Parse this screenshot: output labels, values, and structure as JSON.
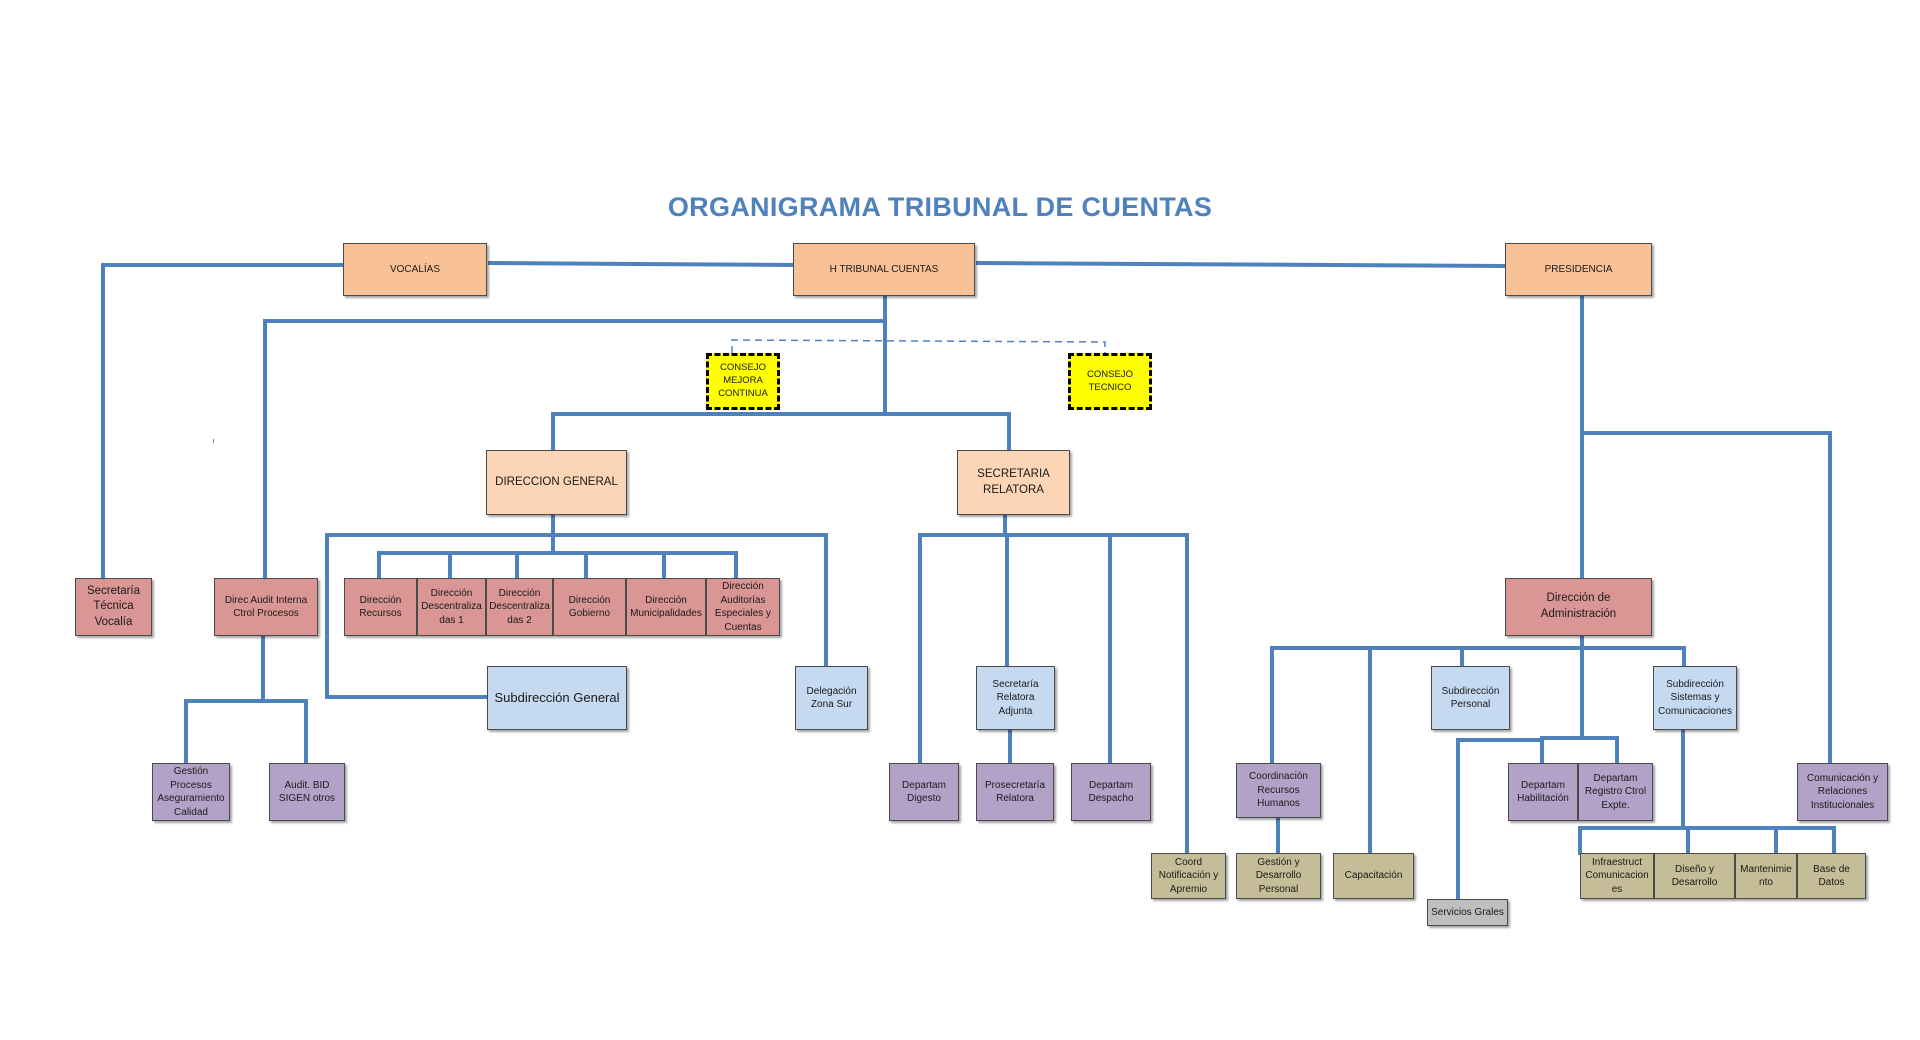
{
  "title": "ORGANIGRAMA TRIBUNAL DE CUENTAS",
  "colors": {
    "title": "#4F81BD",
    "connector": "#4F81BD",
    "top_level": "#F9C196",
    "direction": "#FBD5B5",
    "council": "#FFFF00",
    "directorate": "#DA9694",
    "subdirectorate": "#C5D9F1",
    "department": "#B3A2C7",
    "unit": "#C4BD97",
    "services": "#BFBFBF"
  },
  "nodes": {
    "vocalias": "VOCALÍAS",
    "h_tribunal": "H TRIBUNAL CUENTAS",
    "presidencia": "PRESIDENCIA",
    "consejo_mejora": "CONSEJO\nMEJORA\nCONTINUA",
    "consejo_tecnico": "CONSEJO\nTECNICO",
    "direccion_general": "DIRECCION GENERAL",
    "secretaria_relatora": "SECRETARIA\nRELATORA",
    "secretaria_tecnica": "Secretaría\nTécnica\nVocalía",
    "direc_audit": "Direc Audit Interna\nCtrol Procesos",
    "dir_recursos": "Dirección\nRecursos",
    "dir_desc1": "Dirección\nDescentraliza\ndas 1",
    "dir_desc2": "Dirección\nDescentraliza\ndas 2",
    "dir_gobierno": "Dirección\nGobierno",
    "dir_municipalidades": "Dirección\nMunicipalidades",
    "dir_auditorias": "Dirección\nAuditorías\nEspeciales y\nCuentas",
    "subdireccion_general": "Subdirección General",
    "delegacion": "Delegación\nZona Sur",
    "gestion_procesos": "Gestión\nProcesos\nAseguramiento\nCalidad",
    "audit_bid": "Audit. BID\nSIGEN otros",
    "secretaria_adjunta": "Secretaría\nRelatora\nAdjunta",
    "dep_digesto": "Departam\nDigesto",
    "prosecretaria": "Prosecretaría\nRelatora",
    "dep_despacho": "Departam\nDespacho",
    "coord_notificacion": "Coord\nNotificación y\nApremio",
    "direccion_admin": "Dirección de\nAdministración",
    "subdir_personal": "Subdirección\nPersonal",
    "subdir_sistemas": "Subdirección\nSistemas y\nComunicaciones",
    "coord_rrhh": "Coordinación\nRecursos\nHumanos",
    "dep_habilitacion": "Departam\nHabilitación",
    "dep_registro": "Departam\nRegistro Ctrol\nExpte.",
    "comunicacion": "Comunicación y\nRelaciones\nInstitucionales",
    "gestion_desarrollo": "Gestión y\nDesarrollo\nPersonal",
    "capacitacion": "Capacitación",
    "servicios_grales": "Servicios Grales",
    "infraestructura": "Infraestruct\nComunicacion\nes",
    "diseno": "Diseño y\nDesarrollo",
    "mantenimiento": "Mantenimie\nnto",
    "base_datos": "Base de Datos"
  }
}
